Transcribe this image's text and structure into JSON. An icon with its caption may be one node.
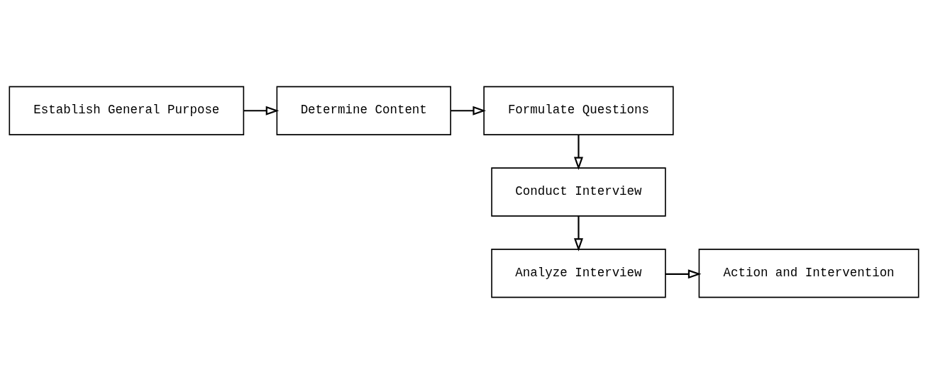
{
  "diagram": {
    "nodes": [
      {
        "text": [
          "Establish General Purpose"
        ]
      },
      {
        "text": [
          "Determine Content"
        ]
      },
      {
        "text": [
          "Formulate Questions"
        ]
      },
      {
        "text": [
          "Conduct Interview"
        ]
      },
      {
        "text": [
          "Analyze Interview"
        ]
      },
      {
        "text": [
          "Action and Intervention"
        ]
      }
    ],
    "edges": [
      {
        "from": 0,
        "to": 1,
        "arrow": "to"
      },
      {
        "from": 1,
        "to": 2,
        "arrow": "to"
      },
      {
        "from": 2,
        "to": 3,
        "arrow": "to"
      },
      {
        "from": 3,
        "to": 4,
        "arrow": "to"
      },
      {
        "from": 4,
        "to": 5,
        "arrow": "to"
      }
    ]
  }
}
